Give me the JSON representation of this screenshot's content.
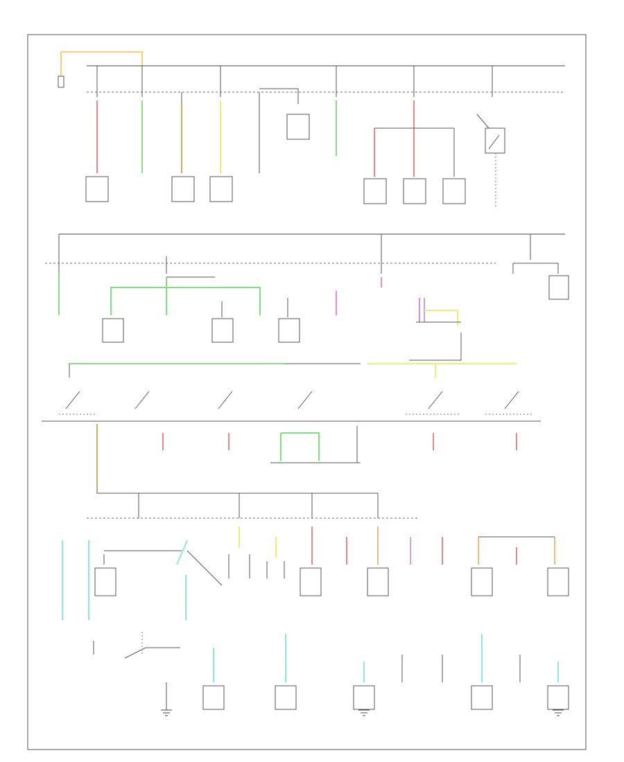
{
  "doc_ref": "",
  "colors": {
    "red": "#e58a8a",
    "pink": "#ef9fc0",
    "green": "#8fd68f",
    "light_green": "#7ee07e",
    "yellow": "#eeee77",
    "olive": "#c9b060",
    "cyan": "#8fe6ea",
    "orange": "#f5b87a",
    "magenta": "#e38ae3",
    "violet": "#b9a4f0",
    "line": "#555555"
  },
  "sections": [
    "top-fuse-row",
    "second-fuse-row",
    "switch-row",
    "lower-fuse-row",
    "bottom-ground-row"
  ]
}
